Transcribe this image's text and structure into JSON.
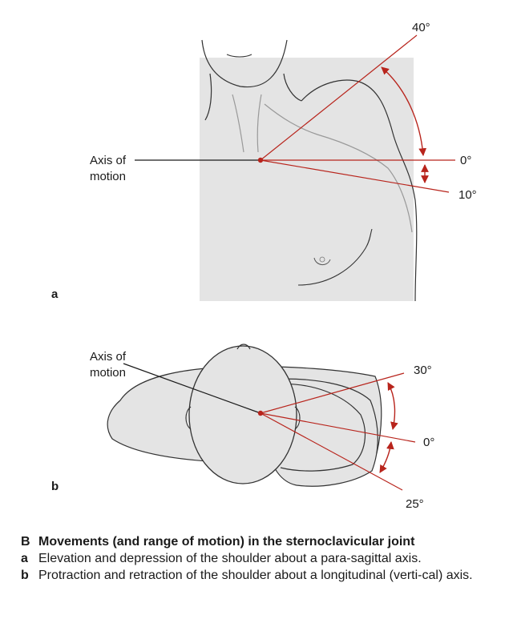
{
  "colors": {
    "accent": "#b8241c",
    "fill": "#e4e4e4",
    "outline": "#333333"
  },
  "panel_a": {
    "label": "a",
    "axis_label_line1": "Axis of",
    "axis_label_line2": "motion",
    "angle_top": "40°",
    "angle_mid": "0°",
    "angle_low": "10°"
  },
  "panel_b": {
    "label": "b",
    "axis_label_line1": "Axis of",
    "axis_label_line2": "motion",
    "angle_top": "30°",
    "angle_mid": "0°",
    "angle_low": "25°"
  },
  "caption": {
    "key": "B",
    "title": "Movements (and range of motion) in the sternoclavicular joint",
    "items": [
      {
        "key": "a",
        "text": "Elevation and depression of the shoulder about a para-sagittal axis."
      },
      {
        "key": "b",
        "text": "Protraction and retraction of the shoulder about a longitudinal (verti-cal) axis."
      }
    ]
  }
}
